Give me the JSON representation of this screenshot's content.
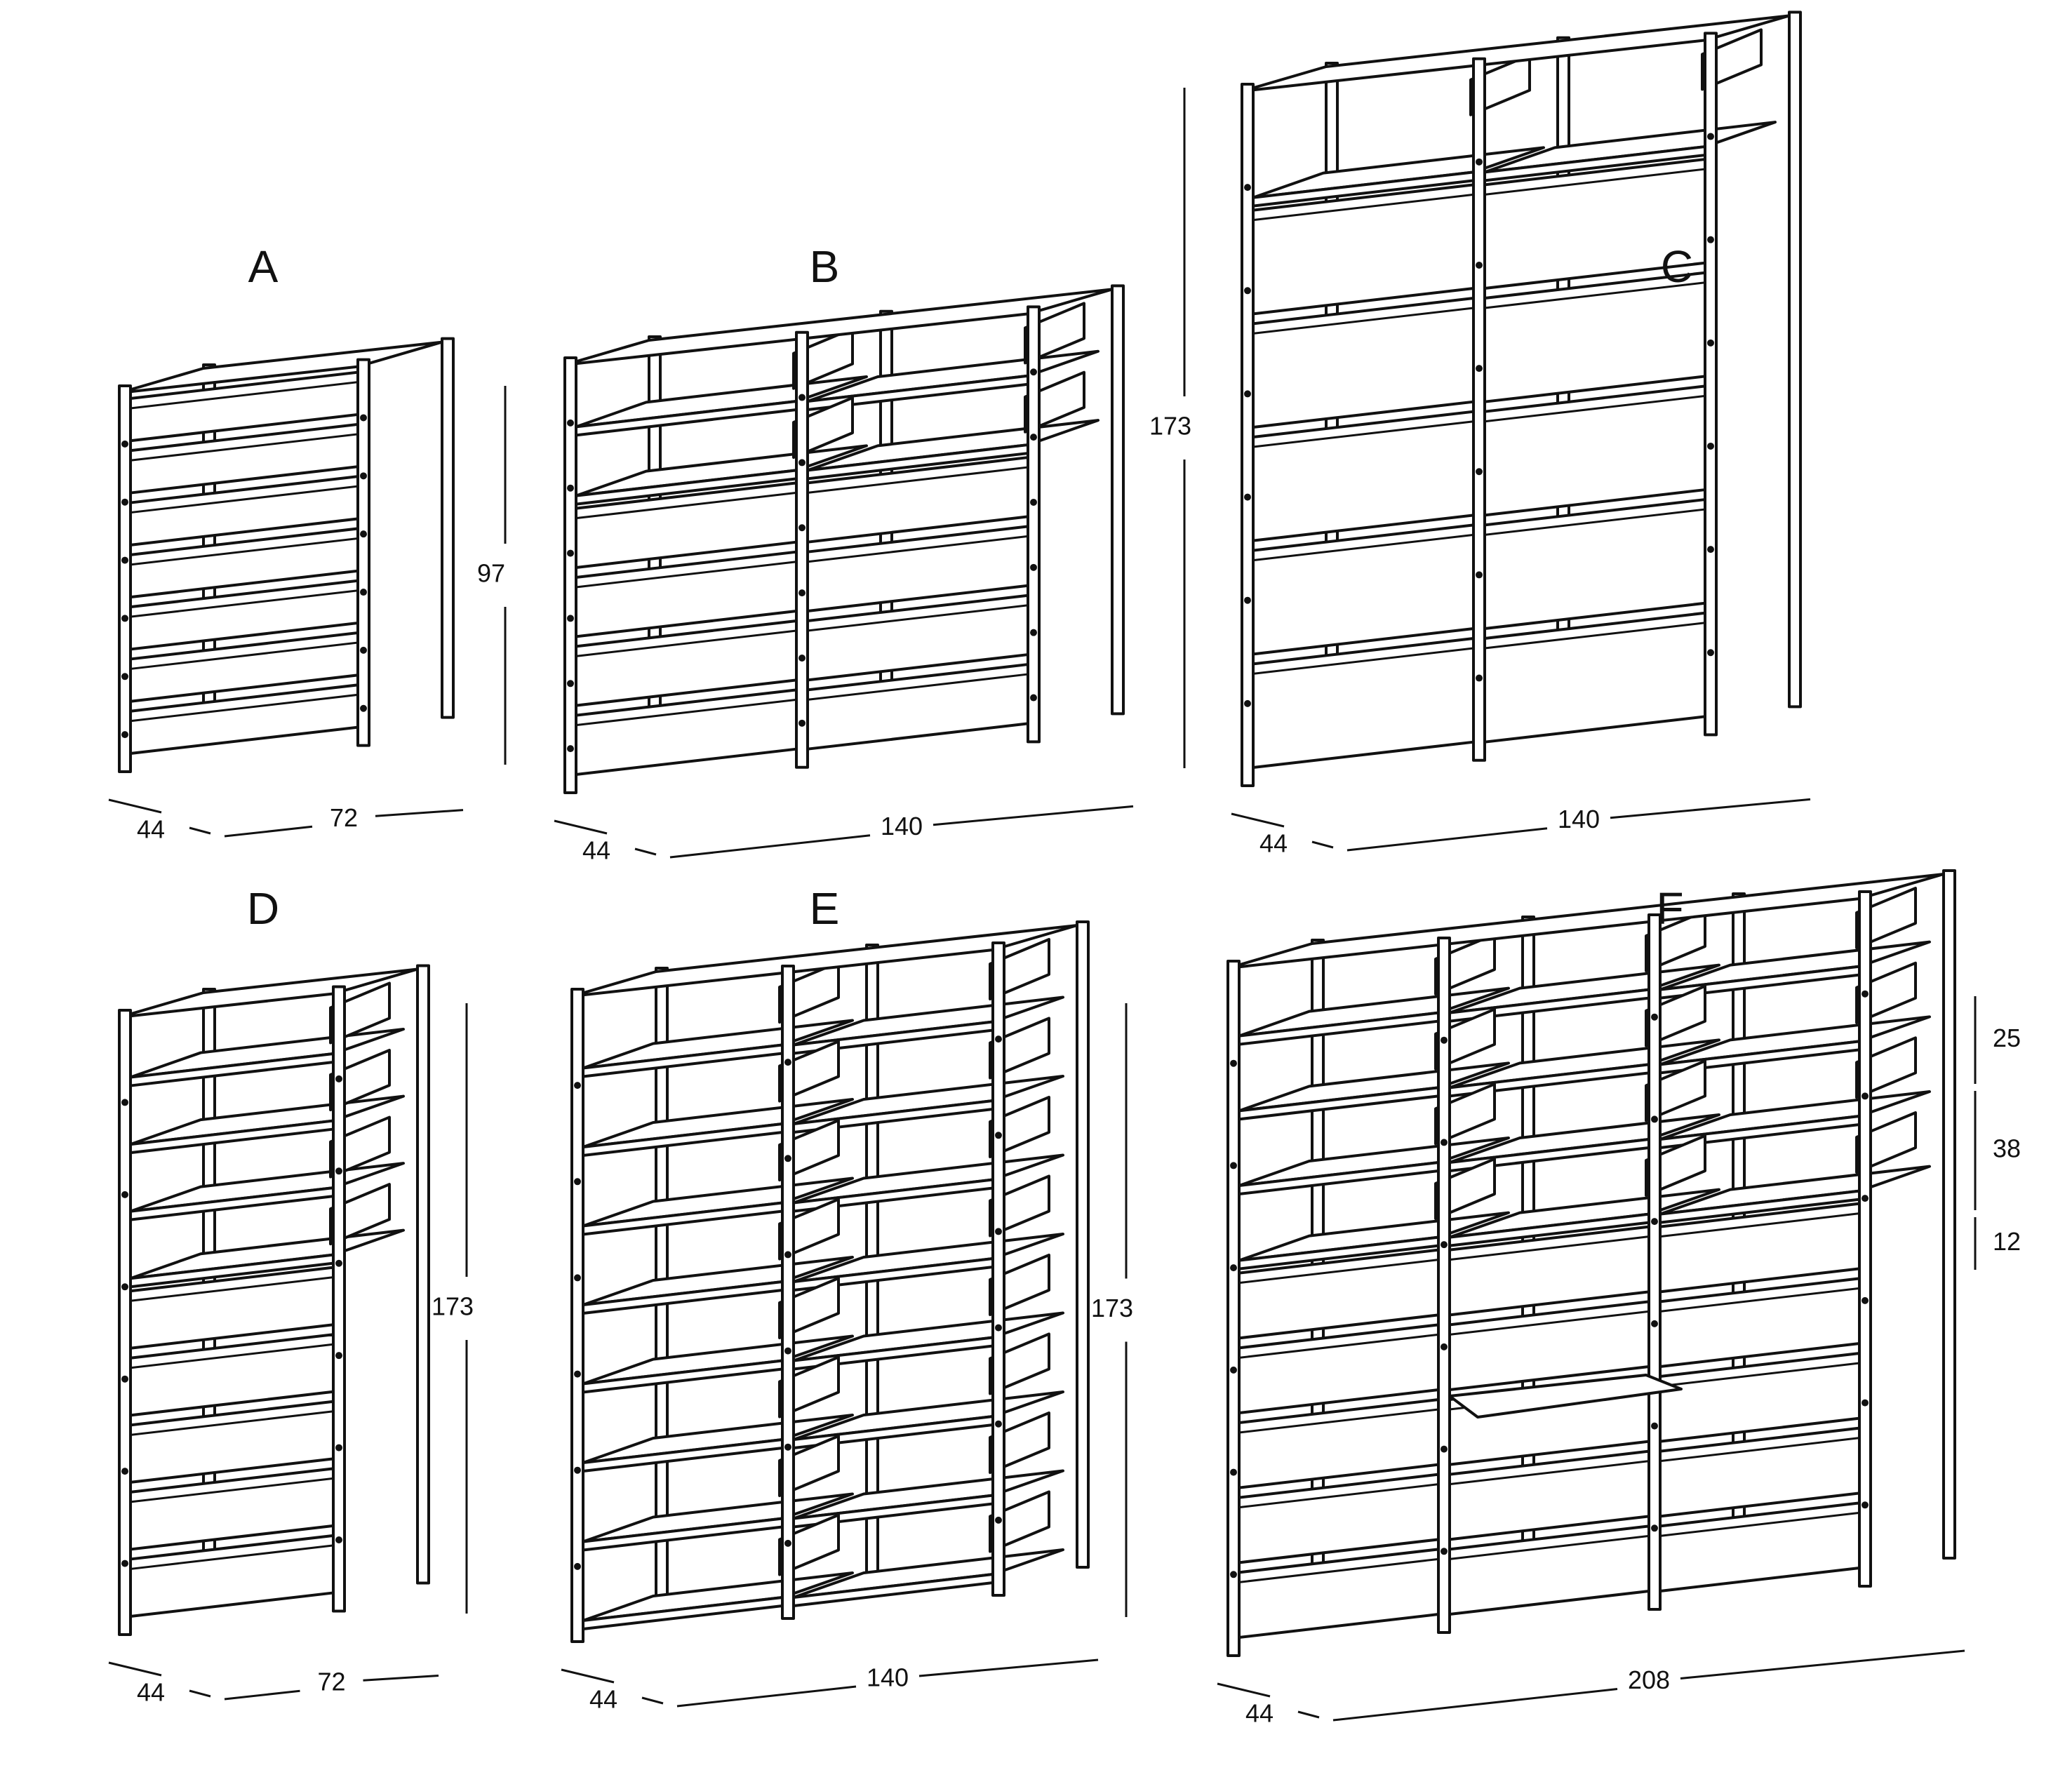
{
  "units": [
    {
      "label": "A",
      "cols": 1,
      "shelves": 0,
      "drawers": 7,
      "legs": true,
      "dims": {
        "depth": "44",
        "width": "72",
        "height": "97"
      }
    },
    {
      "label": "B",
      "cols": 2,
      "shelves": 2,
      "drawers": 4,
      "legs": true,
      "dims": {
        "depth": "44",
        "width": "140",
        "height": ""
      }
    },
    {
      "label": "C",
      "cols": 2,
      "shelves": 1,
      "drawers": 5,
      "legs": true,
      "tower": true,
      "dims": {
        "depth": "44",
        "width": "140",
        "height": "173"
      }
    },
    {
      "label": "D",
      "cols": 1,
      "shelves": 4,
      "drawers": 5,
      "legs": true,
      "dims": {
        "depth": "44",
        "width": "72",
        "height": "173"
      }
    },
    {
      "label": "E",
      "cols": 2,
      "shelves": 8,
      "drawers": 0,
      "legs": true,
      "dims": {
        "depth": "44",
        "width": "140",
        "height": "173"
      }
    },
    {
      "label": "F",
      "cols": 3,
      "shelves": 4,
      "drawers": 5,
      "legs": true,
      "desk": true,
      "dims": {
        "depth": "44",
        "width": "208",
        "height": ""
      },
      "side_dims": [
        "25",
        "38",
        "12"
      ]
    }
  ]
}
